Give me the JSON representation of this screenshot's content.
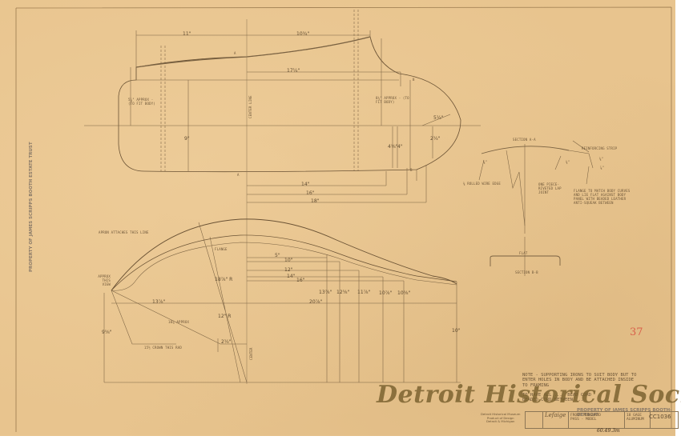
{
  "sheet": {
    "side_stamp": "PROPERTY OF JAMES SCRIPPS BOOTH ESTATE TRUST",
    "property_stamp": "PROPERTY OF JAMES SCRIPPS BOOTH-DETROIT",
    "watermark": "Detroit Historical Society",
    "red_mark": "37",
    "handwritten": "60.49.3m"
  },
  "plan_view": {
    "dims": {
      "top_left": "11\"",
      "top_right": "10¾\"",
      "inner_top": "17¼\"",
      "left_height": "5⅞\" APPROX - (TO FIT BODY)",
      "right_height": "8¼\" APPROX - (TO FIT BODY)",
      "center_width": "9\"",
      "center_line": "CENTER LINE",
      "right_small_a": "4⅛\"",
      "right_small_b": "4\"",
      "radius": "5¼\"",
      "tip_height": "2¼\"",
      "bottom_14": "14\"",
      "bottom_16": "16\"",
      "bottom_18": "18\""
    },
    "markers": {
      "a_top": "A",
      "a_bottom": "A",
      "b_top": "B",
      "b_bottom": "B"
    }
  },
  "section_aa": {
    "title": "SECTION A-A",
    "notes": {
      "rolled_edge": "⅜ ROLLED WIRE EDGE",
      "reinforcing": "REINFORCING STRIP",
      "lap_joint": "ONE PIECE-RIVETED LAP JOINT",
      "flange": "FLANGE TO MATCH BODY CURVES AND LIE FLAT AGAINST BODY PANEL WITH BEADED LEATHER ANTI-SQUEAK BETWEEN"
    },
    "dims": {
      "d1": "⅝\"",
      "d2": "⅛\"",
      "d3": "⅜\"",
      "d4": "⅝\"",
      "d5": "⅞\""
    }
  },
  "section_bb": {
    "title": "SECTION B-B",
    "flat": "FLAT"
  },
  "side_view": {
    "notes": {
      "apron": "APRON ATTACHES THIS LINE",
      "flange": "FLANGE",
      "approx": "APPROX THIS VIEW",
      "crown": "15½ CROWN THIS RAD",
      "approx_radius": "10⅞ APPROX",
      "center": "CENTER"
    },
    "dims": {
      "d5": "5\"",
      "d10": "10\"",
      "d12": "12\"",
      "d14": "14\"",
      "d16": "16\"",
      "radius_a": "18⅞\" R",
      "radius_b": "12\" R",
      "left_base": "13⅞\"",
      "right_base": "20⅞\"",
      "left_height": "9⅝\"",
      "offset": "2¼\"",
      "right_height": "10\"",
      "h1": "13⅞\"",
      "h2": "12⅝\"",
      "h3": "11⅞\"",
      "h4": "10⅞\"",
      "h5": "10⅝\"",
      "tip": "⅜\""
    }
  },
  "note": "NOTE - SUPPORTING IRONS TO SUIT BODY BUT TO\nENTER HOLES IN BODY AND BE ATTACHED INSIDE\nTO FRAMING\n\nTO HAVE ALL ...  BEAD CORD\nBEADED CORD BETWEEN ...",
  "title_block": {
    "credit": "Detroit Historical Museum\nProduct of Design\nDetroit & Michigan",
    "signature": "Lefaige",
    "title": "FRONT MUDGUARD\nPASS - MODEL",
    "material": "18 GAGE\nALUMINUM",
    "drawing_number": "CC1036"
  }
}
